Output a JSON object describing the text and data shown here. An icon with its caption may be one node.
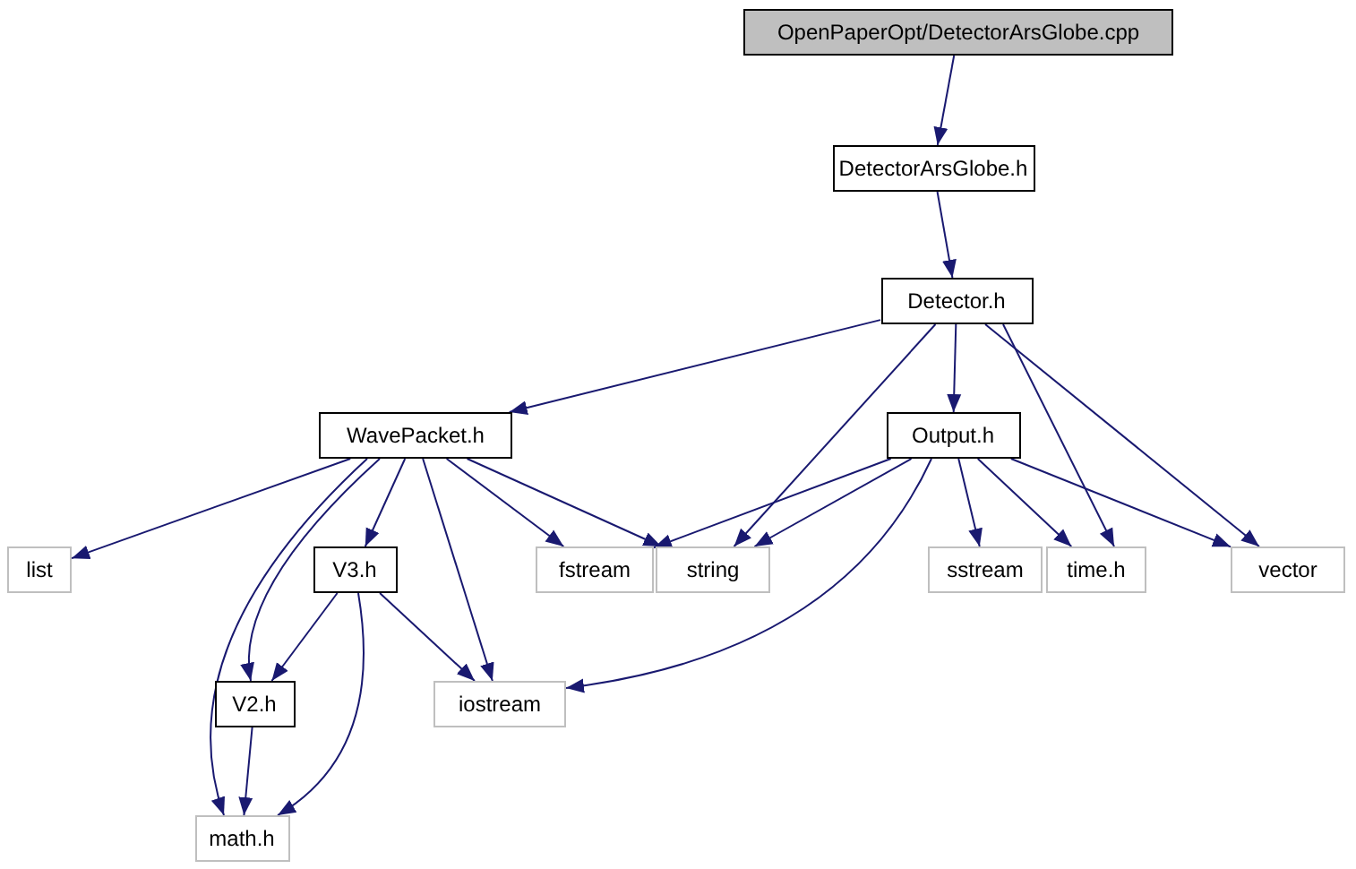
{
  "diagram": {
    "nodes": [
      {
        "text": [
          "OpenPaperOpt/DetectorArsGlobe.cpp"
        ]
      },
      {
        "text": [
          "DetectorArsGlobe.h"
        ]
      },
      {
        "text": [
          "Detector.h"
        ]
      },
      {
        "text": [
          "WavePacket.h"
        ]
      },
      {
        "text": [
          "Output.h"
        ]
      },
      {
        "text": [
          "list"
        ]
      },
      {
        "text": [
          "V3.h"
        ]
      },
      {
        "text": [
          "fstream"
        ]
      },
      {
        "text": [
          "string"
        ]
      },
      {
        "text": [
          "sstream"
        ]
      },
      {
        "text": [
          "time.h"
        ]
      },
      {
        "text": [
          "vector"
        ]
      },
      {
        "text": [
          "iostream"
        ]
      },
      {
        "text": [
          "V2.h"
        ]
      },
      {
        "text": [
          "math.h"
        ]
      }
    ],
    "edges": [
      {
        "from": 0,
        "to": 1,
        "arrow": "to"
      },
      {
        "from": 1,
        "to": 2,
        "arrow": "to"
      },
      {
        "from": 2,
        "to": 3,
        "arrow": "to"
      },
      {
        "from": 2,
        "to": 8,
        "arrow": "to"
      },
      {
        "from": 2,
        "to": 4,
        "arrow": "to"
      },
      {
        "from": 2,
        "to": 10,
        "arrow": "to"
      },
      {
        "from": 2,
        "to": 11,
        "arrow": "to"
      },
      {
        "from": 3,
        "to": 5,
        "arrow": "to"
      },
      {
        "from": 3,
        "to": 14,
        "arrow": "to"
      },
      {
        "from": 3,
        "to": 13,
        "arrow": "to"
      },
      {
        "from": 3,
        "to": 6,
        "arrow": "to"
      },
      {
        "from": 3,
        "to": 12,
        "arrow": "to"
      },
      {
        "from": 3,
        "to": 7,
        "arrow": "to"
      },
      {
        "from": 3,
        "to": 8,
        "arrow": "to"
      },
      {
        "from": 4,
        "to": 8,
        "arrow": "to"
      },
      {
        "from": 4,
        "to": 7,
        "arrow": "to"
      },
      {
        "from": 4,
        "to": 12,
        "arrow": "to"
      },
      {
        "from": 4,
        "to": 9,
        "arrow": "to"
      },
      {
        "from": 4,
        "to": 10,
        "arrow": "to"
      },
      {
        "from": 4,
        "to": 11,
        "arrow": "to"
      },
      {
        "from": 6,
        "to": 13,
        "arrow": "to"
      },
      {
        "from": 6,
        "to": 14,
        "arrow": "to"
      },
      {
        "from": 6,
        "to": 12,
        "arrow": "to"
      },
      {
        "from": 13,
        "to": 14,
        "arrow": "to"
      }
    ]
  }
}
